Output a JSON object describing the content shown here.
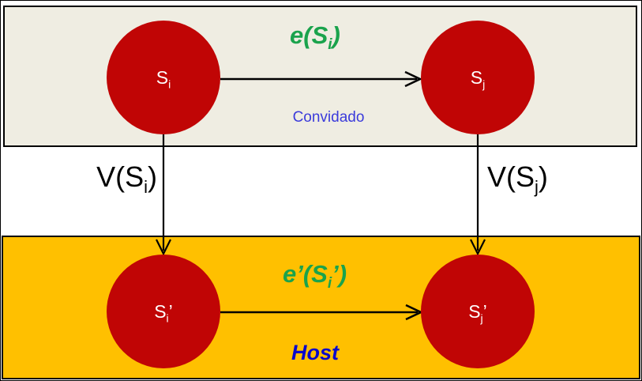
{
  "colors": {
    "node_red": "#C00505",
    "guest_band_bg": "#EFEDE2",
    "host_band_bg": "#FFC000",
    "edge_label_green": "#1AA34C",
    "guest_label_blue": "#3B3BDB",
    "host_label_blue": "#0808CC",
    "arrow_black": "#000000",
    "node_text_white": "#FFFFFF"
  },
  "guest_band": {
    "name_label": "Convidado",
    "edge_label": {
      "pre": "e(S",
      "sub": "i",
      "post": ")"
    },
    "nodes": {
      "si": {
        "base": "S",
        "sub": "i",
        "prime": ""
      },
      "sj": {
        "base": "S",
        "sub": "j",
        "prime": ""
      }
    }
  },
  "host_band": {
    "name_label": "Host",
    "edge_label": {
      "pre": "e’(S",
      "sub": "i",
      "post": "’)"
    },
    "nodes": {
      "si_prime": {
        "base": "S",
        "sub": "i",
        "prime": "’"
      },
      "sj_prime": {
        "base": "S",
        "sub": "j",
        "prime": "’"
      }
    }
  },
  "mappings": {
    "left": {
      "pre": "V(S",
      "sub": "i",
      "post": ")"
    },
    "right": {
      "pre": "V(S",
      "sub": "j",
      "post": ")"
    }
  }
}
